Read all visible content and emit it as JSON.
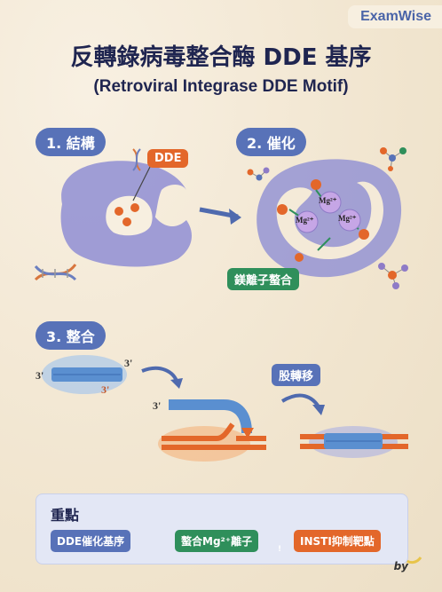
{
  "brand": "ExamWise",
  "title": "反轉錄病毒整合酶 DDE 基序",
  "subtitle": "(Retroviral Integrase DDE Motif)",
  "steps": {
    "s1": "1. 結構",
    "s2": "2. 催化",
    "s3": "3. 整合"
  },
  "labels": {
    "dde": "DDE",
    "mg2": "Mg²⁺",
    "chelation": "鎂離子螯合",
    "transfer": "股轉移",
    "three_prime": "3'"
  },
  "key": {
    "title": "重點",
    "chip1": "DDE催化基序",
    "chip2": "螯合Mg²⁺離子",
    "chip3": "INSTI抑制靶點",
    "warn": "!"
  },
  "by": "by",
  "colors": {
    "blue": "#5872b8",
    "orange": "#e3672a",
    "green": "#2f8f5b",
    "purple": "#8e7bc7"
  }
}
